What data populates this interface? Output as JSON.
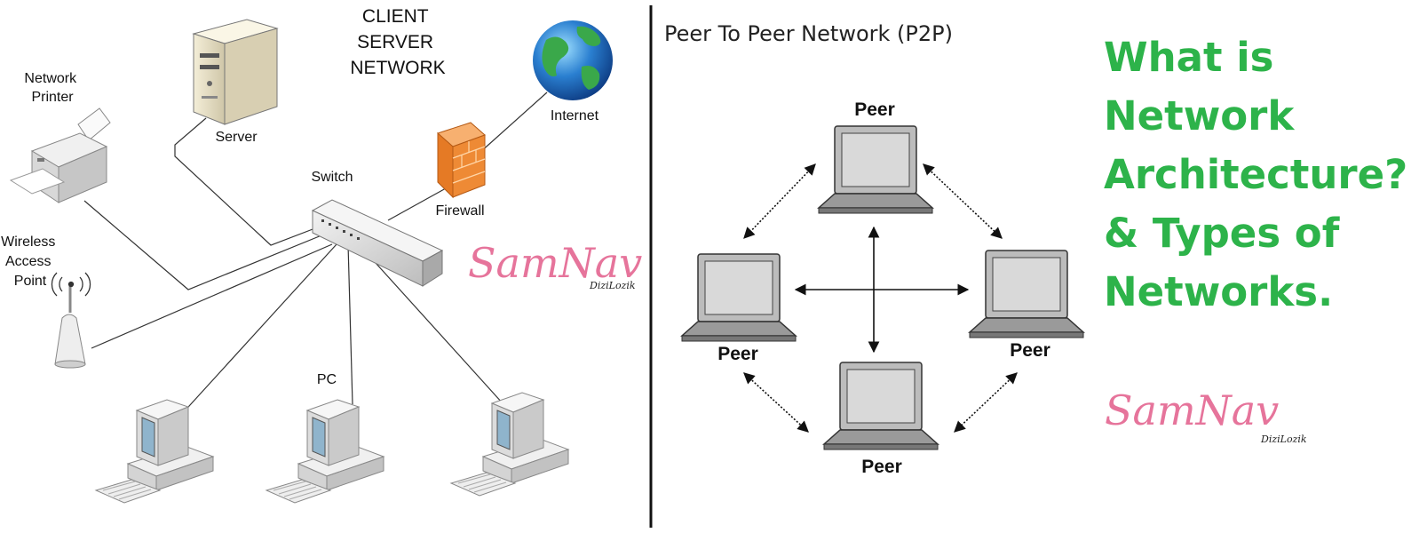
{
  "client_server": {
    "title_lines": [
      "CLIENT",
      "SERVER",
      "NETWORK"
    ],
    "labels": {
      "network_printer_lines": [
        "Network",
        "Printer"
      ],
      "server": "Server",
      "internet": "Internet",
      "switch": "Switch",
      "firewall": "Firewall",
      "wireless_lines": [
        "Wireless",
        "Access",
        "Point"
      ],
      "pc": "PC"
    }
  },
  "p2p": {
    "title": "Peer To Peer Network (P2P)",
    "peer_labels": [
      "Peer",
      "Peer",
      "Peer",
      "Peer"
    ]
  },
  "headline": {
    "lines": [
      "What is",
      "Network",
      "Architecture?",
      "& Types of",
      "Networks."
    ],
    "color": "#2db34a"
  },
  "brand": {
    "name": "SamNav",
    "sub": "DiziLozik",
    "color": "#e6749b"
  }
}
